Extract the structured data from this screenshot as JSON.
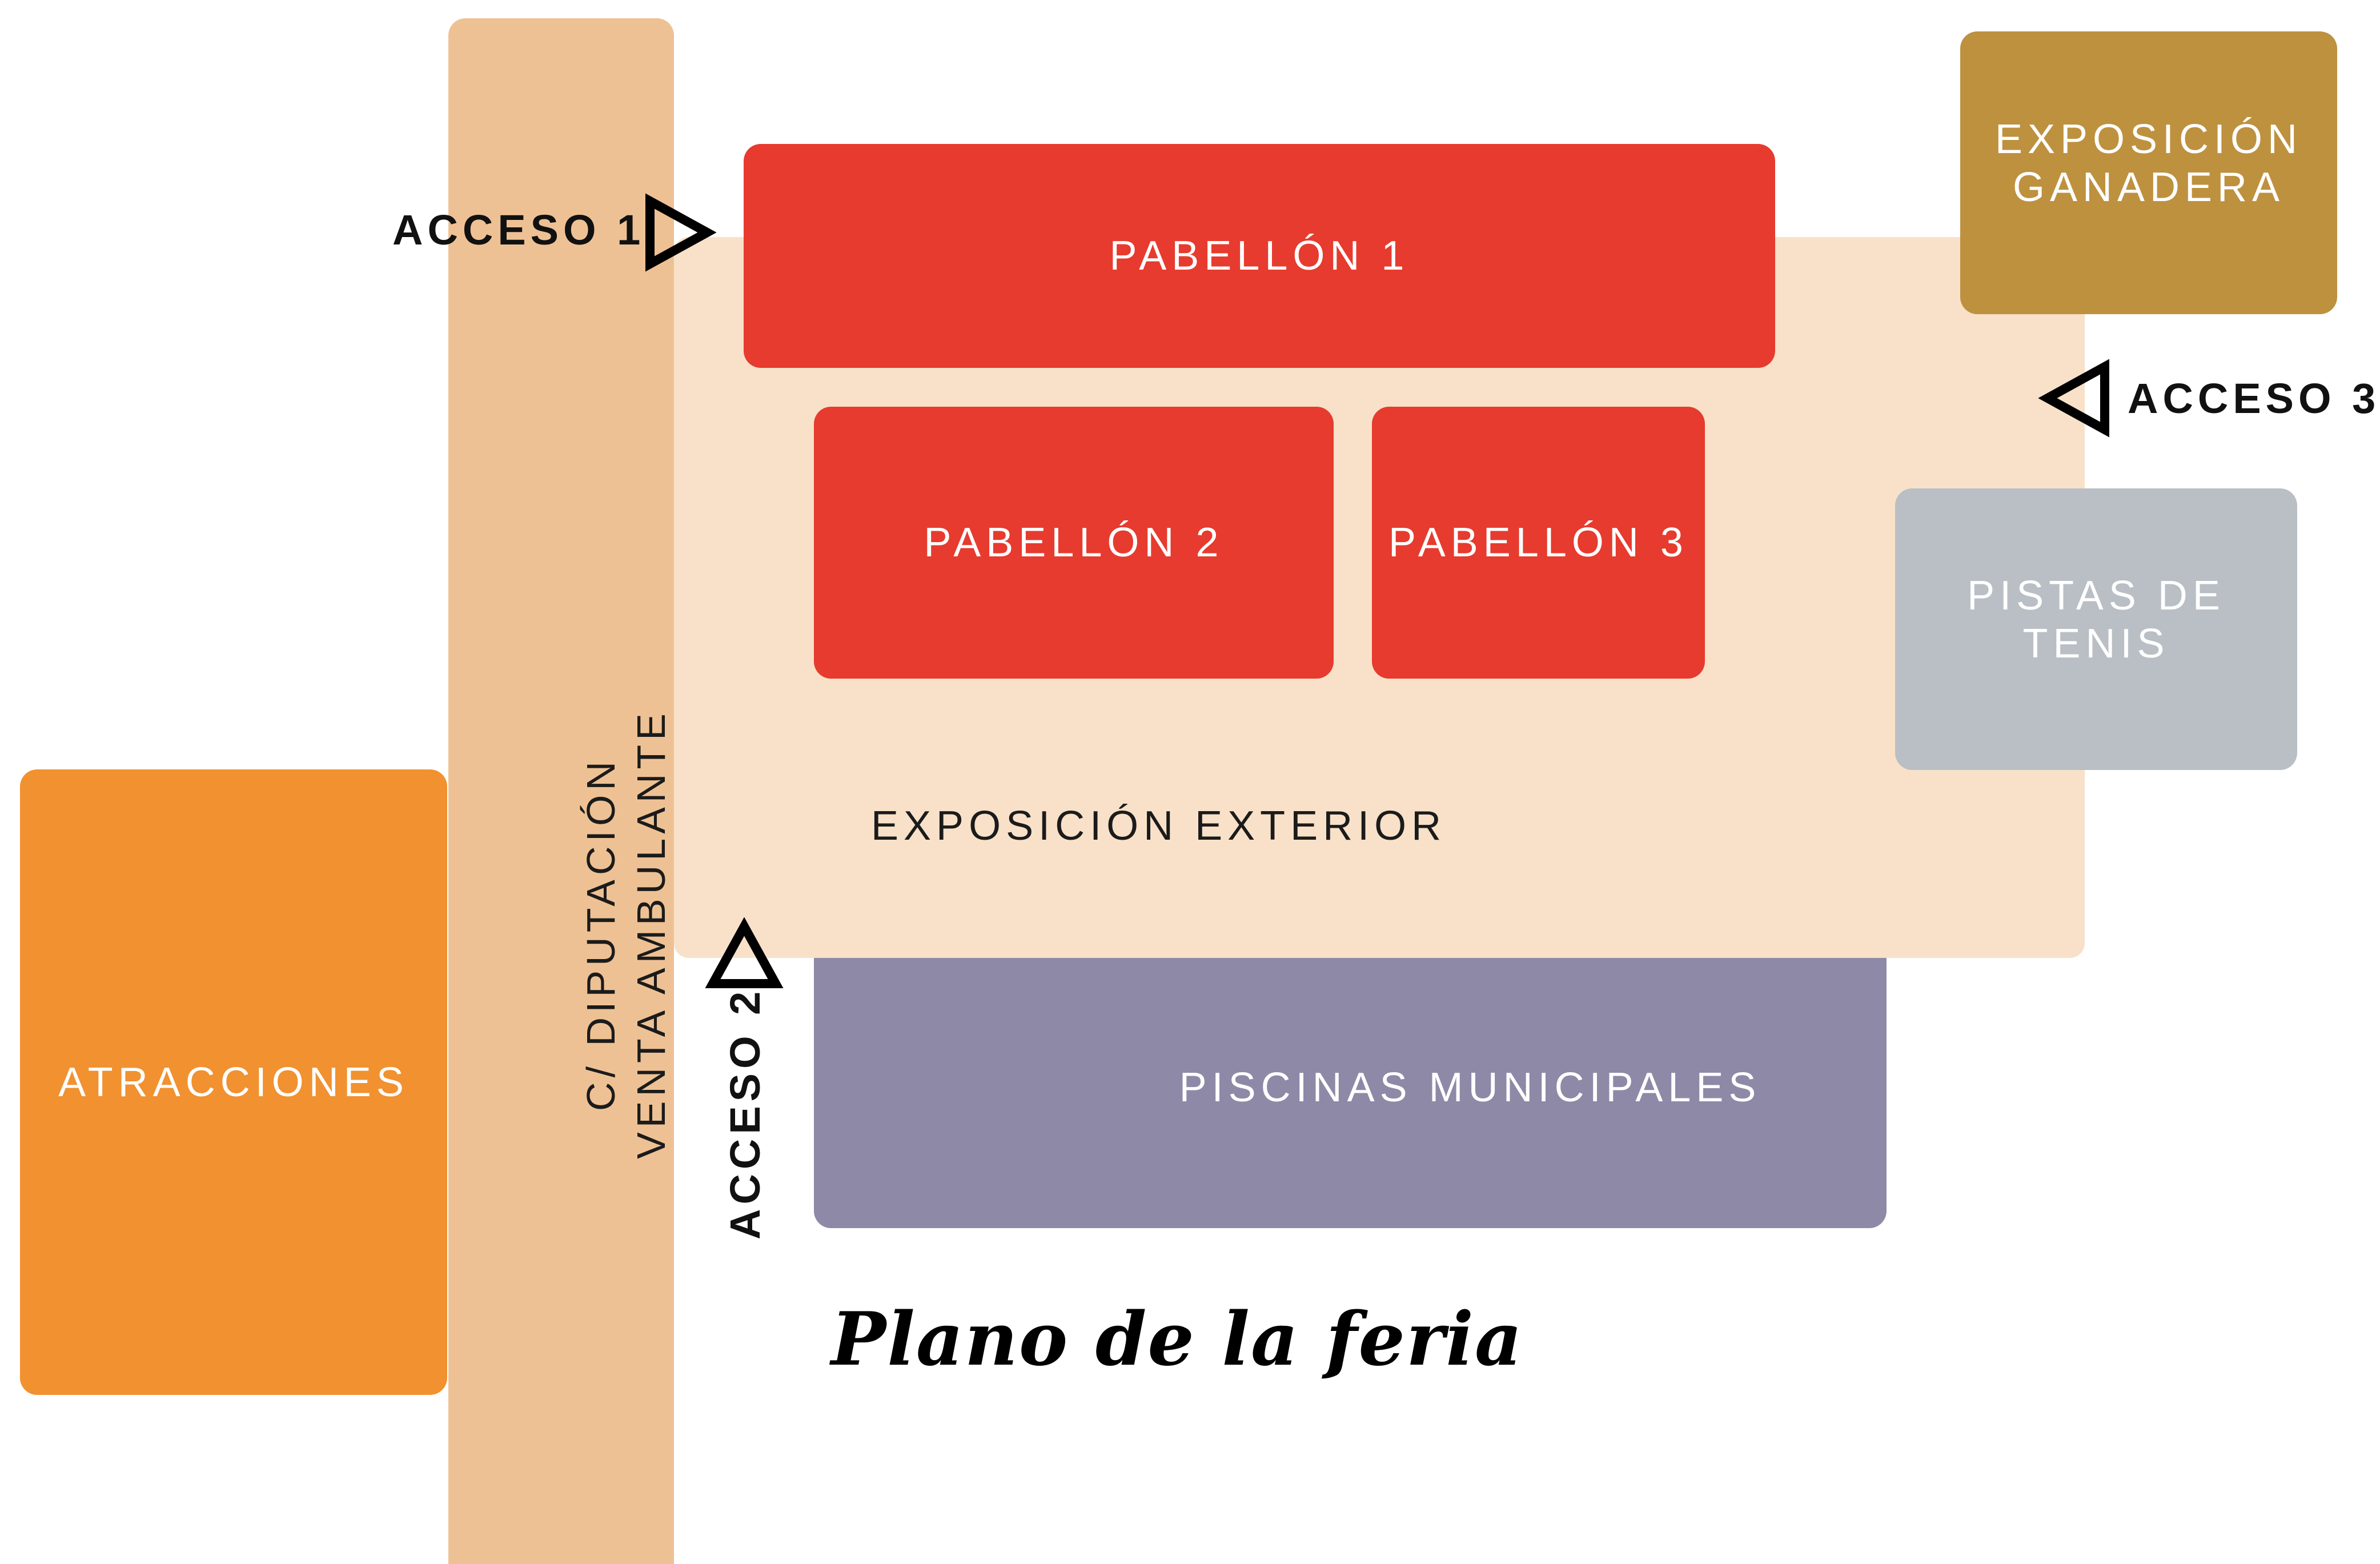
{
  "map": {
    "title": "Plano de la feria",
    "colors": {
      "exhibition_area": "#F8E1C8",
      "street": "#EEC194",
      "pavilion": "#E63B2E",
      "livestock": "#BE913F",
      "tennis": "#B9BFC4",
      "attractions": "#F19130",
      "pools": "#8E89A7"
    },
    "zones": {
      "pabellon_1": "PABELLÓN 1",
      "pabellon_2": "PABELLÓN 2",
      "pabellon_3": "PABELLÓN 3",
      "exposicion_ganadera": "EXPOSICIÓN\nGANADERA",
      "pistas_tenis": "PISTAS DE\nTENIS",
      "exposicion_exterior": "EXPOSICIÓN EXTERIOR",
      "atracciones": "ATRACCIONES",
      "piscinas": "PISCINAS MUNICIPALES"
    },
    "street": {
      "line1": "C/ DIPUTACIÓN",
      "line2": "VENTA AMBULANTE"
    },
    "accesses": {
      "acceso_1": "ACCESO 1",
      "acceso_2": "ACCESO 2",
      "acceso_3": "ACCESO 3"
    },
    "icons": [
      "access-arrow-icon"
    ]
  }
}
